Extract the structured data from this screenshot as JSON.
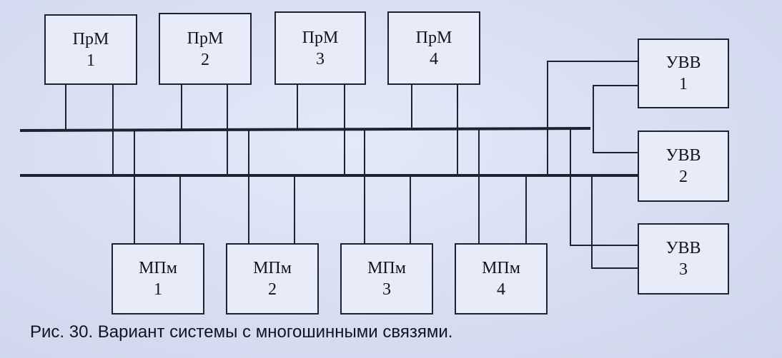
{
  "processors": [
    {
      "name": "ПрМ",
      "index": "1"
    },
    {
      "name": "ПрМ",
      "index": "2"
    },
    {
      "name": "ПрМ",
      "index": "3"
    },
    {
      "name": "ПрМ",
      "index": "4"
    }
  ],
  "memory_modules": [
    {
      "name": "МПм",
      "index": "1"
    },
    {
      "name": "МПм",
      "index": "2"
    },
    {
      "name": "МПм",
      "index": "3"
    },
    {
      "name": "МПм",
      "index": "4"
    }
  ],
  "io_devices": [
    {
      "name": "УВВ",
      "index": "1"
    },
    {
      "name": "УВВ",
      "index": "2"
    },
    {
      "name": "УВВ",
      "index": "3"
    }
  ],
  "caption": "Рис. 30. Вариант системы с многошинными связями.",
  "colors": {
    "line": "#1c2330",
    "paper": "#d9e0f3"
  }
}
